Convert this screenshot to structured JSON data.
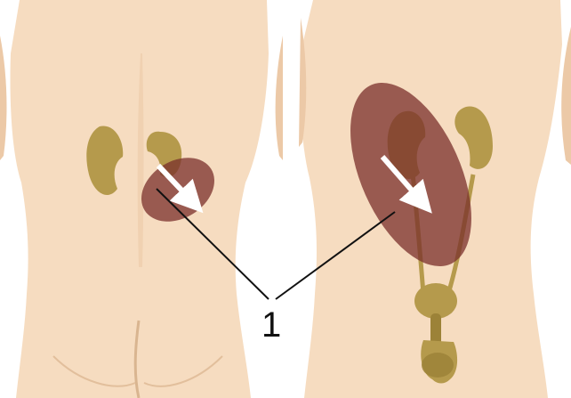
{
  "colors": {
    "background": "#ffffff",
    "skin": "#f6dcc0",
    "skin_shadow": "#ecc9a7",
    "organ": "#b59a4c",
    "organ_dark": "#9c8238",
    "pain_zone": "#7a2f2b",
    "arrow": "#ffffff",
    "leader_line": "#111111"
  },
  "panels": [
    {
      "view": "back"
    },
    {
      "view": "front"
    }
  ],
  "callout": {
    "label": "1"
  }
}
